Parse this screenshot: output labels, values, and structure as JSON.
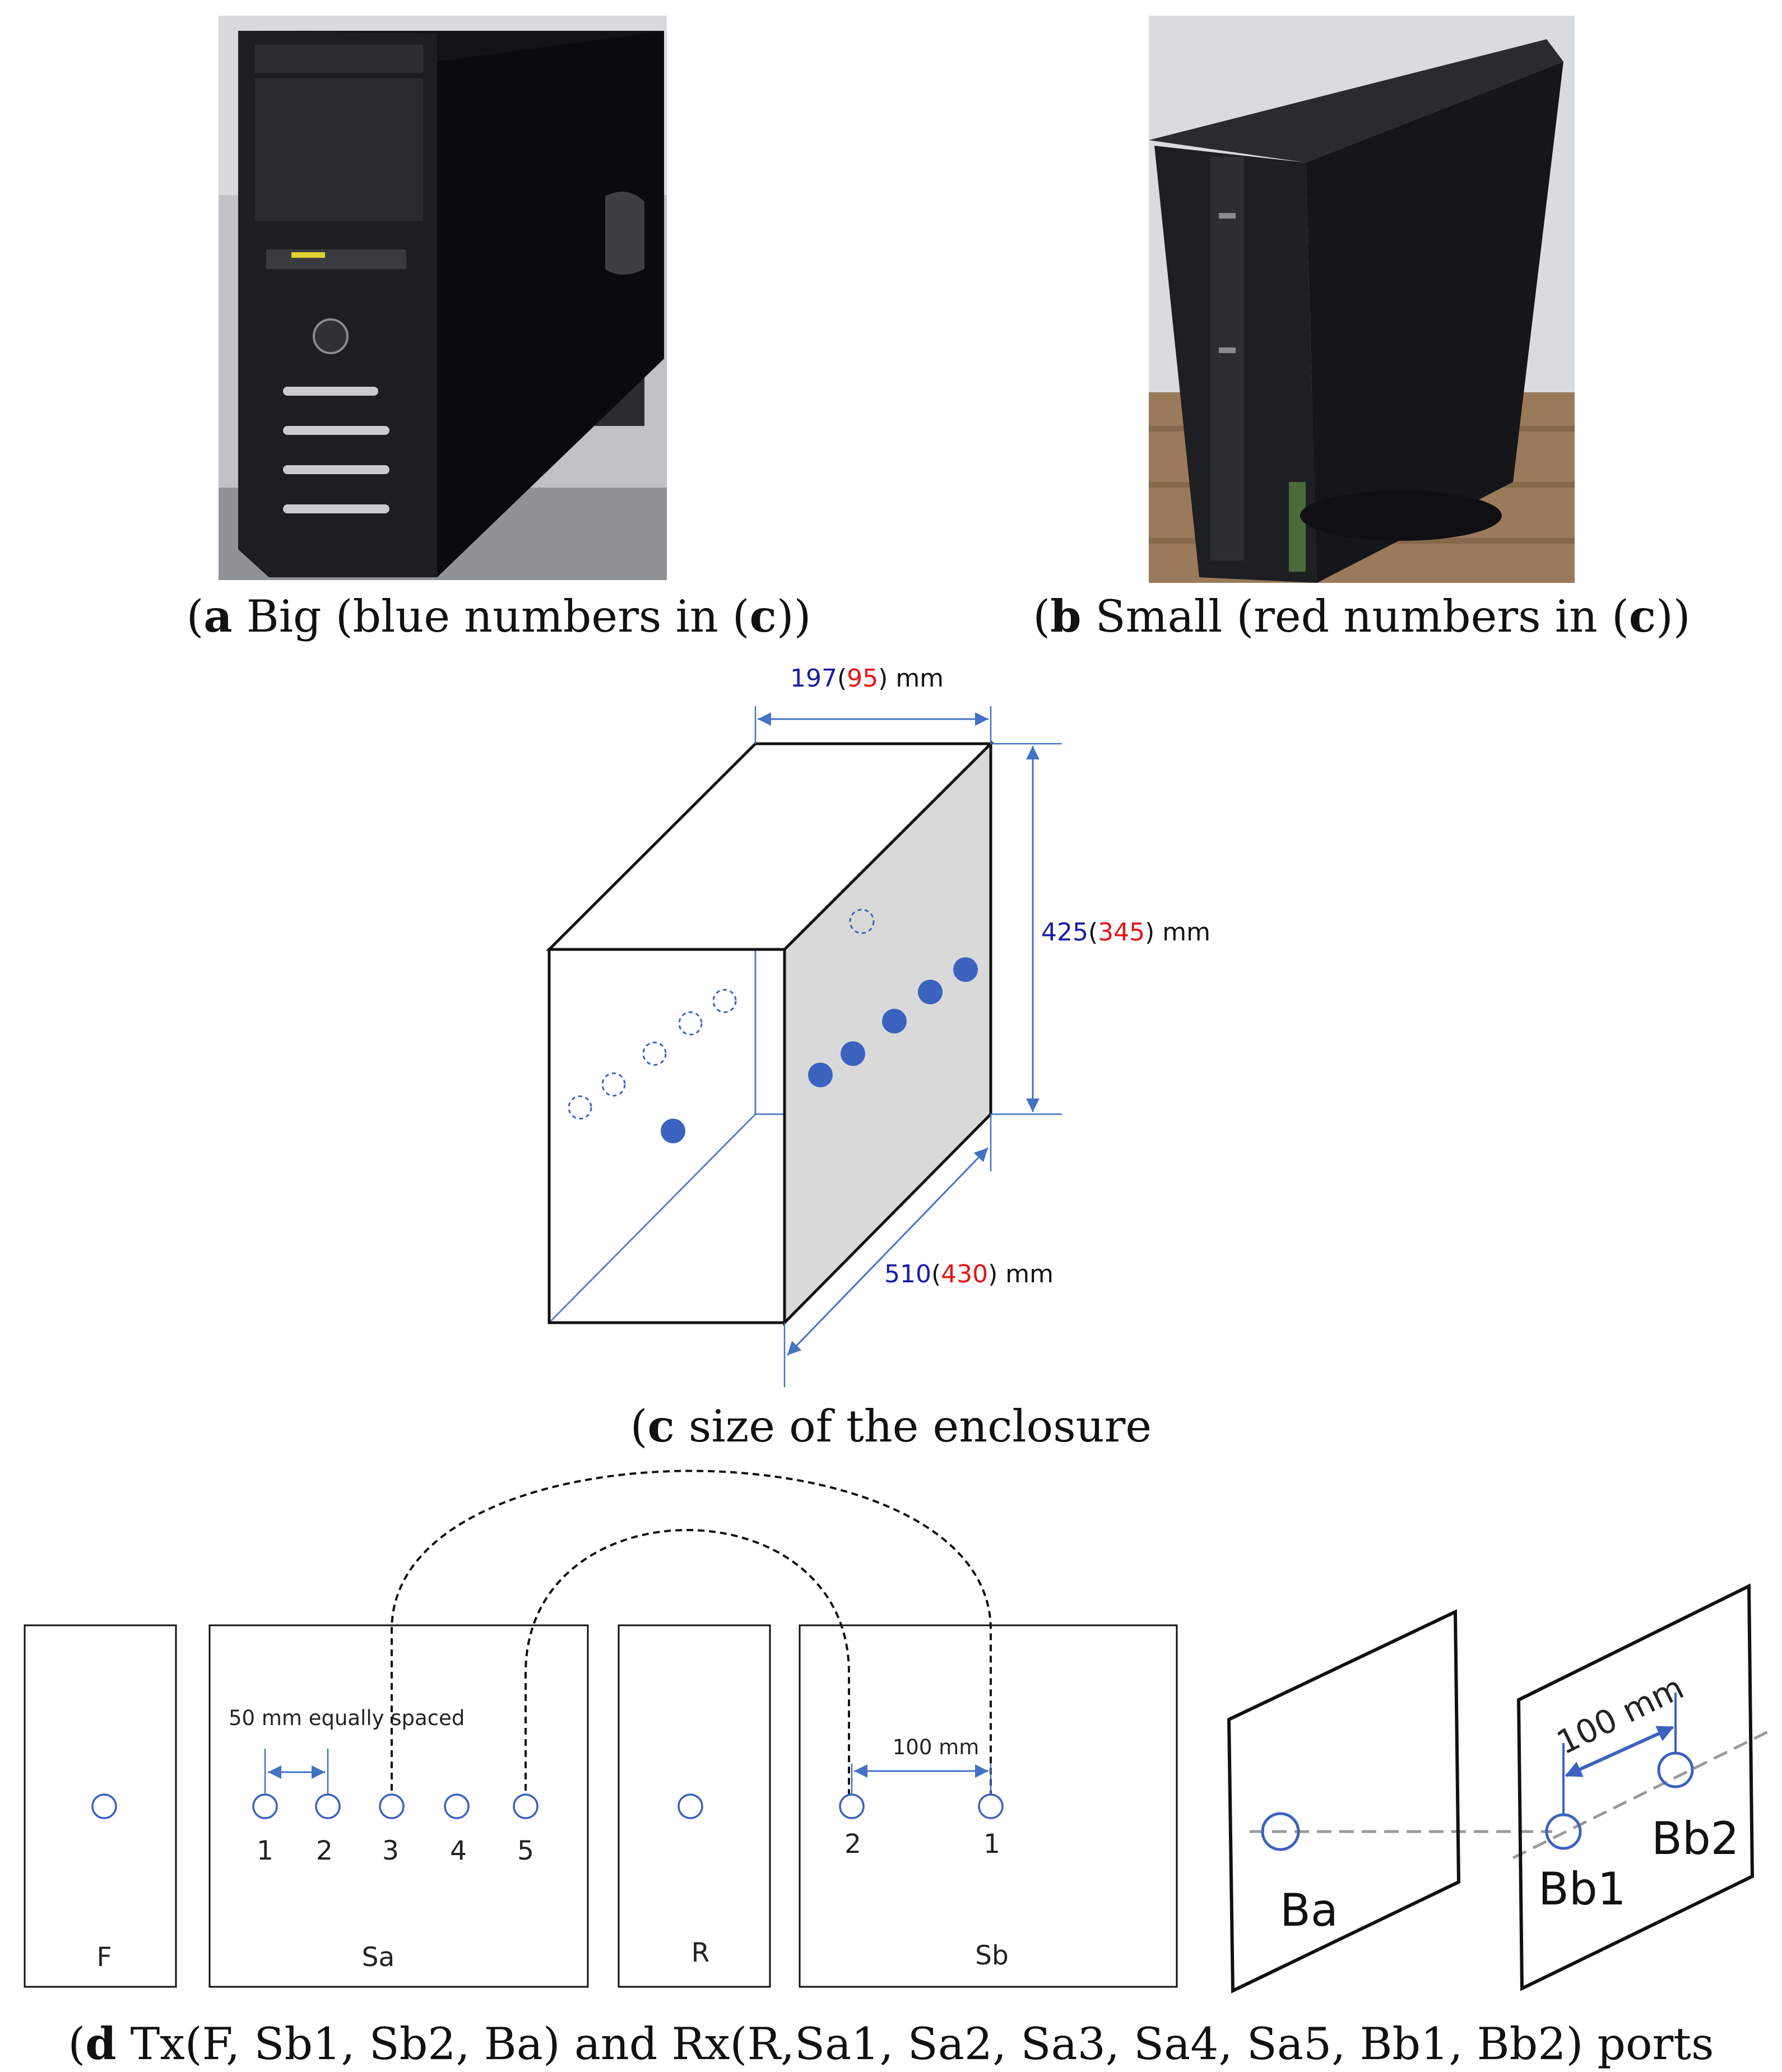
{
  "panel_a": {
    "photo_label": "Photo: tower PC enclosure (big)",
    "caption_letter": "a",
    "caption_text": " Big (blue numbers in (",
    "caption_ref": "c",
    "caption_end": "))"
  },
  "panel_b": {
    "photo_label": "Photo: slim PC enclosure (small)",
    "caption_letter": "b",
    "caption_text": " Small (red numbers in (",
    "caption_ref": "c",
    "caption_end": "))"
  },
  "panel_c": {
    "width": {
      "big": "197",
      "small": "95",
      "unit": " mm"
    },
    "height": {
      "big": "425",
      "small": "345",
      "unit": " mm"
    },
    "depth": {
      "big": "510",
      "small": "430",
      "unit": " mm"
    },
    "caption_letter": "c",
    "caption_text": " size of the enclosure"
  },
  "panel_d": {
    "boxes": {
      "F": "F",
      "Sa": "Sa",
      "R": "R",
      "Sb": "Sb"
    },
    "sa_ports": [
      "1",
      "2",
      "3",
      "4",
      "5"
    ],
    "sb_ports": [
      "2",
      "1"
    ],
    "spacing_note": "50 mm equally spaced",
    "sb_distance": "100 mm",
    "bag": {
      "Ba": "Ba",
      "Bb1": "Bb1",
      "Bb2": "Bb2",
      "distance": "100 mm"
    },
    "caption_letter": "d",
    "caption_text": " Tx(F, Sb1, Sb2, Ba) and Rx(R,Sa1, Sa2, Sa3, Sa4, Sa5, Bb1, Bb2) ports"
  },
  "colors": {
    "port_blue": "#3b62bf",
    "big_blue": "#1a1aa6",
    "small_red": "#e81414",
    "side_gray": "#d9d9d9"
  }
}
